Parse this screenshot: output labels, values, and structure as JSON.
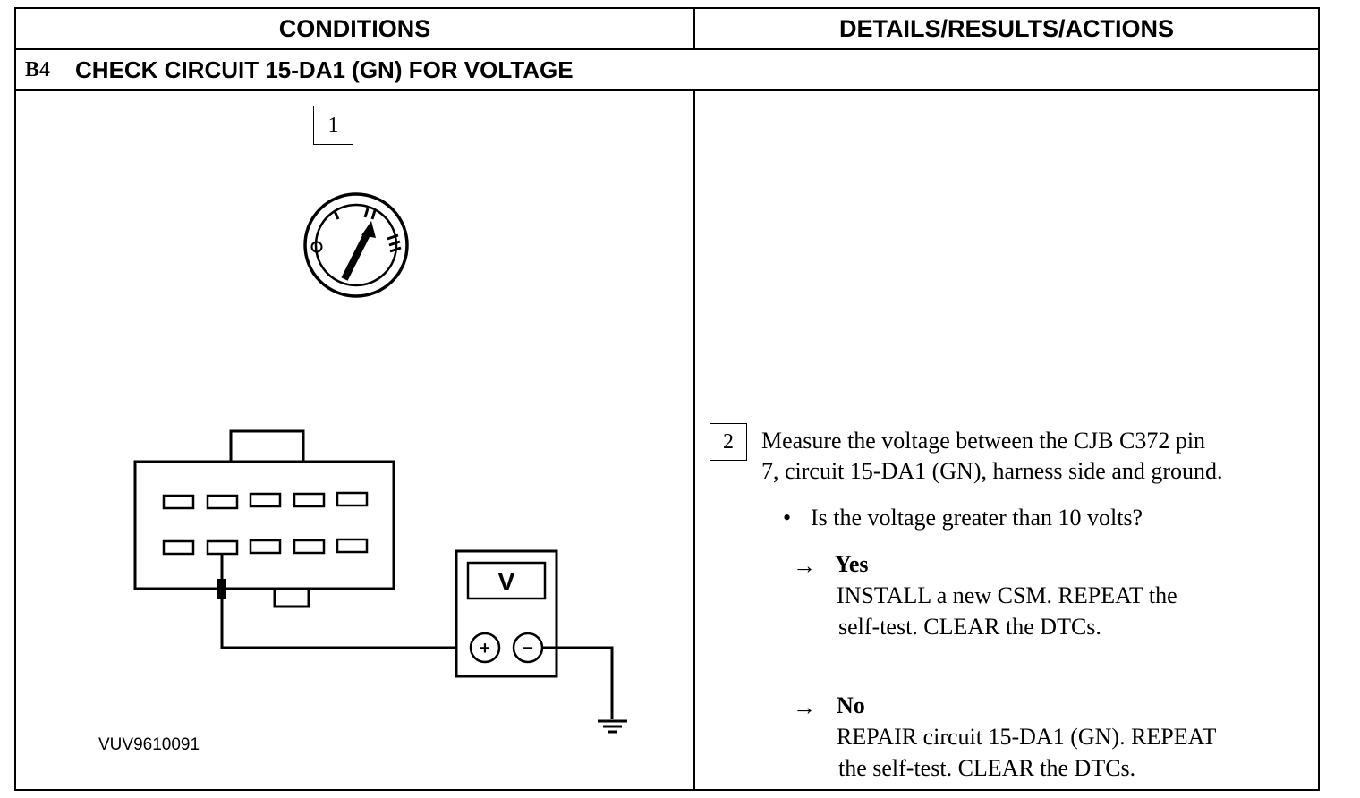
{
  "header": {
    "conditions": "CONDITIONS",
    "details": "DETAILS/RESULTS/ACTIONS"
  },
  "step": {
    "code": "B4",
    "title": "CHECK CIRCUIT 15-DA1 (GN) FOR VOLTAGE"
  },
  "left": {
    "box1": "1",
    "figure_id": "VUV9610091",
    "ignition_positions": [
      "O",
      "I",
      "II",
      "III"
    ],
    "meter_label": "V",
    "plus": "+",
    "minus": "−"
  },
  "right": {
    "box2": "2",
    "instruction_line1": "Measure the voltage between the CJB C372 pin",
    "instruction_line2": "7, circuit 15-DA1 (GN), harness side and ground.",
    "question": "Is the voltage greater than 10 volts?",
    "yes": {
      "label": "Yes",
      "line1": "INSTALL a new CSM. REPEAT the",
      "line2": "self-test. CLEAR the DTCs."
    },
    "no": {
      "label": "No",
      "line1": "REPAIR circuit 15-DA1 (GN). REPEAT",
      "line2": "the self-test. CLEAR the DTCs."
    },
    "arrow": "→",
    "bullet": "•"
  }
}
